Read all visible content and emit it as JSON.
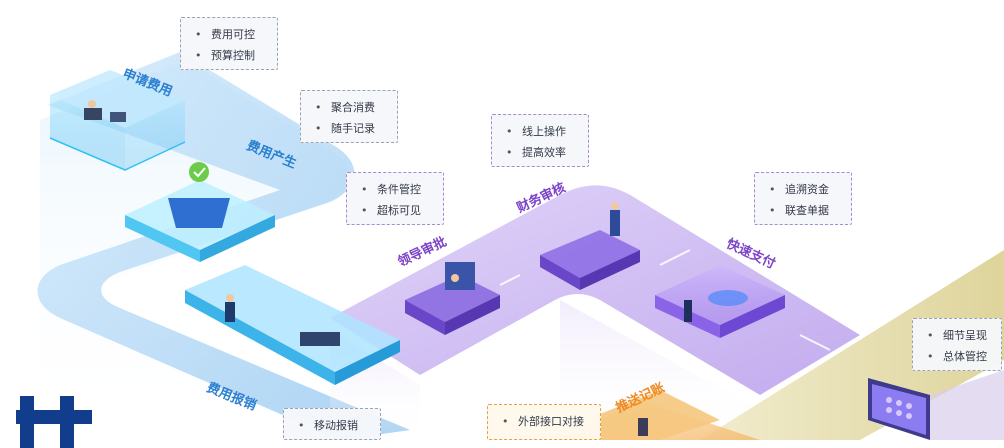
{
  "stages": [
    {
      "label": "申请费用",
      "bullets": [
        "费用可控",
        "预算控制"
      ]
    },
    {
      "label": "费用产生",
      "bullets": [
        "聚合消费",
        "随手记录"
      ]
    },
    {
      "label": "领导审批",
      "bullets": [
        "条件管控",
        "超标可见"
      ]
    },
    {
      "label": "财务审核",
      "bullets": [
        "线上操作",
        "提高效率"
      ]
    },
    {
      "label": "快速支付",
      "bullets": [
        "追溯资金",
        "联查单据"
      ]
    },
    {
      "label": "费用报销",
      "bullets": [
        "移动报销"
      ]
    },
    {
      "label": "推送记账",
      "bullets": [
        "外部接口对接"
      ]
    },
    {
      "label": "",
      "bullets": [
        "细节呈现",
        "总体管控"
      ]
    }
  ],
  "colors": {
    "blue_track": "#a9d4f5",
    "purple_track": "#c9b4f1",
    "gold_track": "#e6dfae",
    "label_blue": "#2a7fd0",
    "label_purple": "#7d43c8",
    "label_orange": "#ee8a20",
    "logo": "#113d8c"
  }
}
